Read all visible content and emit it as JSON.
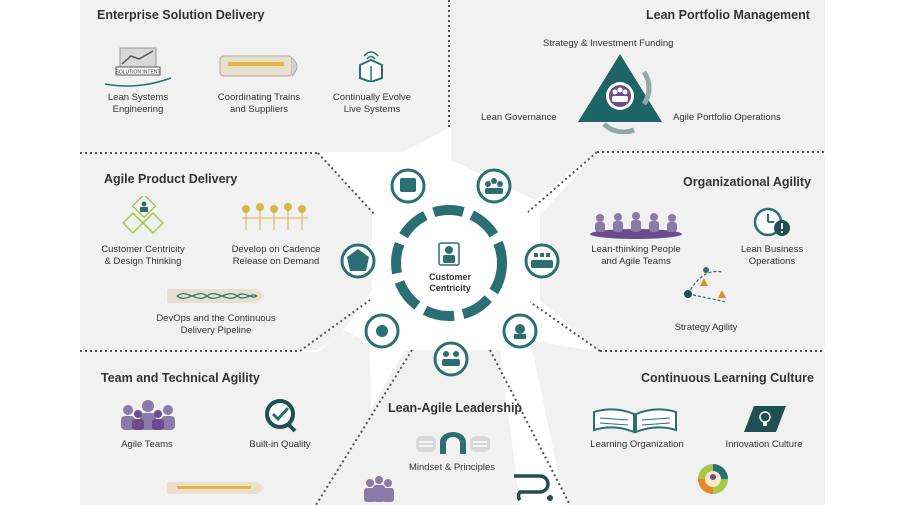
{
  "center": {
    "line1": "Customer",
    "line2": "Centricity"
  },
  "sections": {
    "esd": {
      "title": "Enterprise Solution Delivery",
      "items": [
        {
          "l1": "Lean Systems",
          "l2": "Engineering"
        },
        {
          "l1": "Coordinating Trains",
          "l2": "and Suppliers"
        },
        {
          "l1": "Continually Evolve",
          "l2": "Live Systems"
        }
      ],
      "badge": "SOLUTION INTENT"
    },
    "lpm": {
      "title": "Lean Portfolio Management",
      "items": [
        "Strategy & Investment Funding",
        "Lean Governance",
        "Agile Portfolio Operations"
      ]
    },
    "apd": {
      "title": "Agile Product Delivery",
      "items": [
        {
          "l1": "Customer Centricity",
          "l2": "& Design Thinking"
        },
        {
          "l1": "Develop on Cadence",
          "l2": "Release on Demand"
        },
        {
          "l1": "DevOps and the Continuous",
          "l2": "Delivery Pipeline"
        }
      ]
    },
    "oa": {
      "title": "Organizational Agility",
      "items": [
        {
          "l1": "Lean-thinking People",
          "l2": "and Agile Teams"
        },
        {
          "l1": "Lean Business",
          "l2": "Operations"
        },
        {
          "l1": "Strategy Agility",
          "l2": ""
        }
      ]
    },
    "tta": {
      "title": "Team and Technical Agility",
      "items": [
        "Agile Teams",
        "Built-in Quality"
      ]
    },
    "ala": {
      "title": "Lean-Agile Leadership",
      "items": [
        "Mindset & Principles"
      ]
    },
    "clc": {
      "title": "Continuous Learning Culture",
      "items": [
        "Learning Organization",
        "Innovation Culture"
      ]
    }
  },
  "colors": {
    "teal": "#2a6f73",
    "panel": "#f1f1f1",
    "purple": "#6a4c8c",
    "lime": "#a8c64b",
    "gold": "#e3b741",
    "orange": "#e38b2c"
  }
}
